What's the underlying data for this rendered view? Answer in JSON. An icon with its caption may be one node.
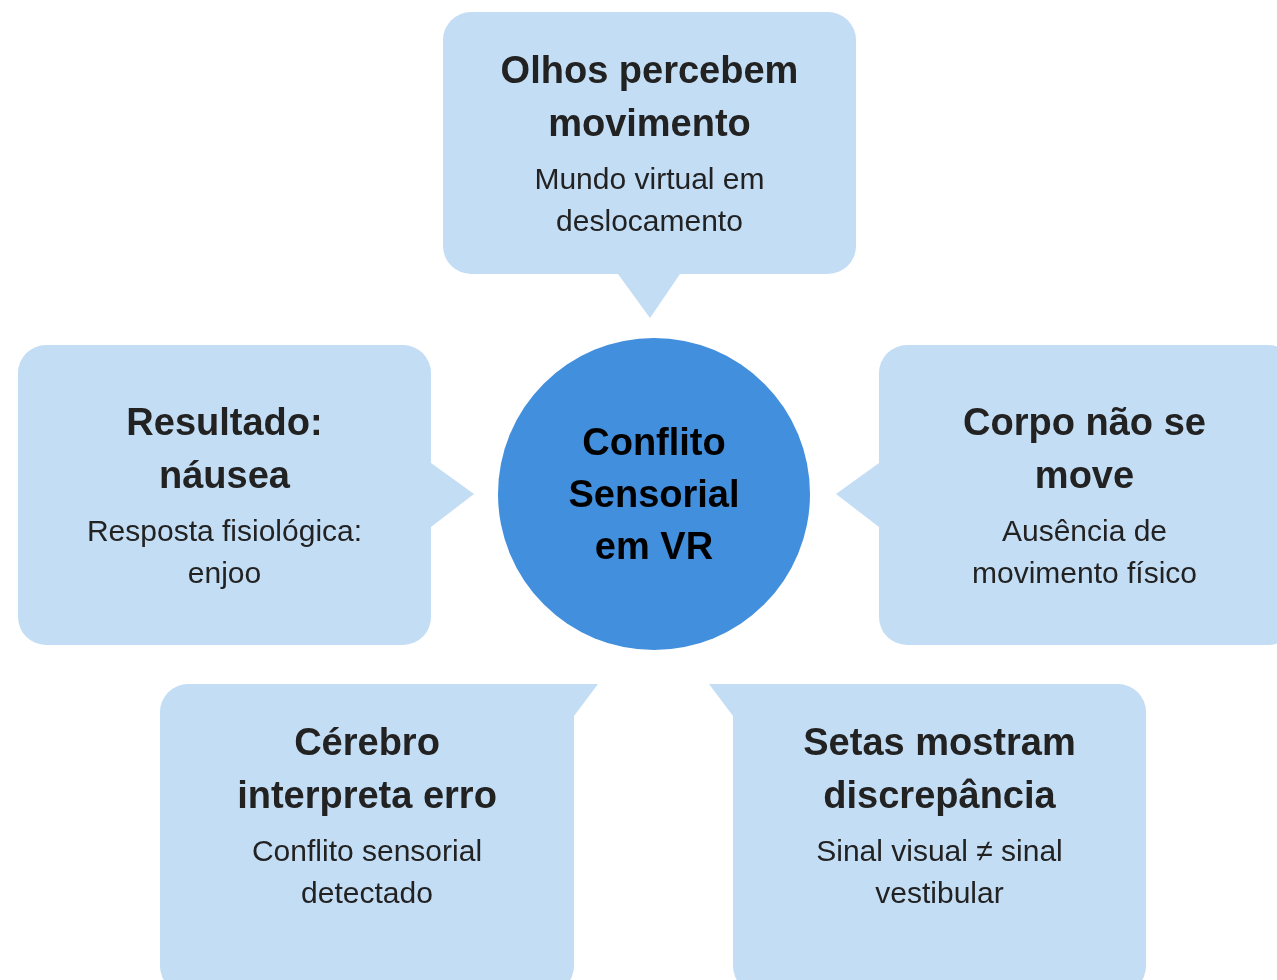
{
  "diagram": {
    "nodes": [
      {
        "text": [
          "Olhos percebem movimento",
          "Mundo virtual em deslocamento"
        ]
      },
      {
        "text": [
          "Resultado: náusea",
          "Resposta fisiológica: enjoo"
        ]
      },
      {
        "text": [
          "Conflito Sensorial em VR"
        ]
      },
      {
        "text": [
          "Corpo não se move",
          "Ausência de movimento físico"
        ]
      },
      {
        "text": [
          "Cérebro interpreta erro",
          "Conflito sensorial detectado"
        ]
      },
      {
        "text": [
          "Setas mostram discrepância",
          "Sinal visual ≠ sinal vestibular"
        ]
      }
    ]
  }
}
